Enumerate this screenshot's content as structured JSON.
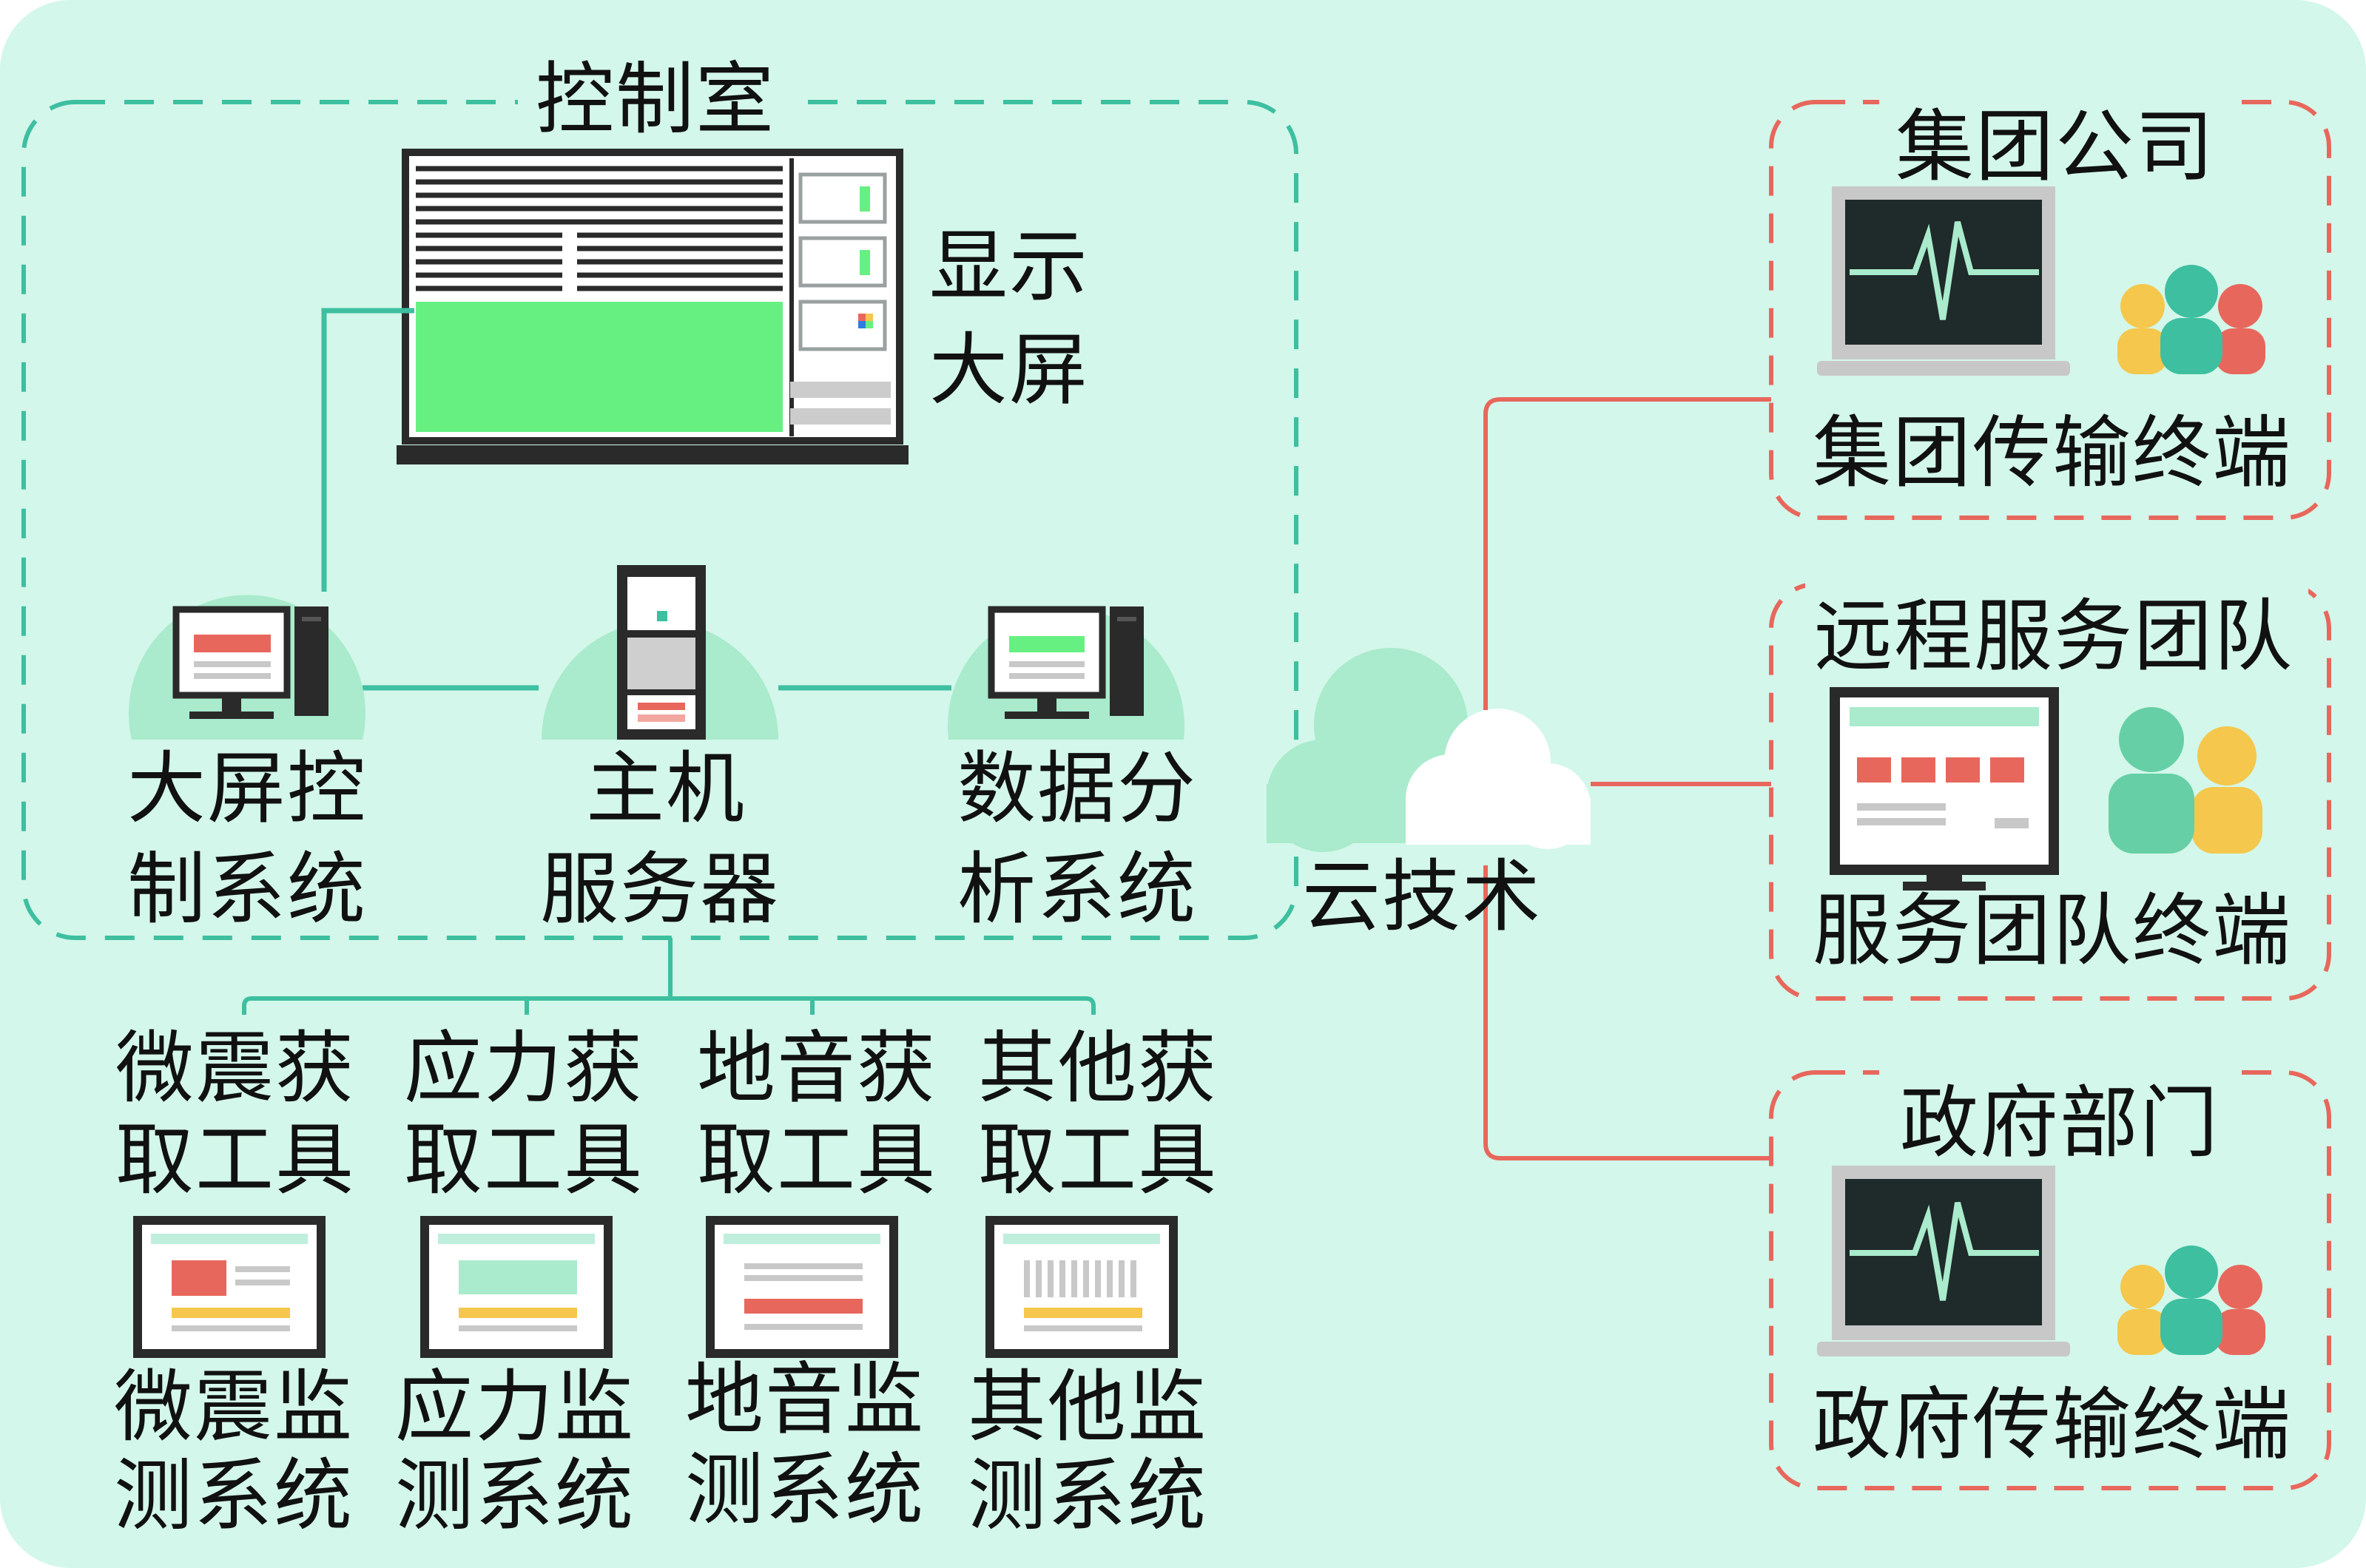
{
  "colors": {
    "background": "#d3f7ea",
    "teal": "#3dbfa0",
    "red": "#e8675c",
    "green": "#66f082",
    "dark": "#2a2a2a",
    "yellow": "#f5c74c"
  },
  "control_room": {
    "title": "控制室",
    "display_label": [
      "显示",
      "大屏"
    ],
    "nodes": [
      {
        "id": "big-screen-control",
        "icon": "desktop-computer-icon",
        "label": [
          "大屏控",
          "制系统"
        ]
      },
      {
        "id": "host-server",
        "icon": "server-tower-icon",
        "label": [
          "主机",
          "服务器"
        ]
      },
      {
        "id": "data-analysis",
        "icon": "desktop-computer-icon",
        "label": [
          "数据分",
          "析系统"
        ]
      }
    ]
  },
  "acquisition_tools": [
    {
      "label": [
        "微震获",
        "取工具"
      ]
    },
    {
      "label": [
        "应力获",
        "取工具"
      ]
    },
    {
      "label": [
        "地音获",
        "取工具"
      ]
    },
    {
      "label": [
        "其他获",
        "取工具"
      ]
    }
  ],
  "monitoring_systems": [
    {
      "label": [
        "微震监",
        "测系统"
      ],
      "icon": "laptop-panel-icon"
    },
    {
      "label": [
        "应力监",
        "测系统"
      ],
      "icon": "laptop-panel-icon"
    },
    {
      "label": [
        "地音监",
        "测系统"
      ],
      "icon": "laptop-panel-icon"
    },
    {
      "label": [
        "其他监",
        "测系统"
      ],
      "icon": "laptop-panel-icon"
    }
  ],
  "cloud": {
    "label": "云技术",
    "icon": "cloud-icon"
  },
  "remote_groups": [
    {
      "title": "集团公司",
      "terminal": "集团传输终端",
      "icon": "heartbeat-laptop-icon"
    },
    {
      "title": "远程服务团队",
      "terminal": "服务团队终端",
      "icon": "monitor-icon"
    },
    {
      "title": "政府部门",
      "terminal": "政府传输终端",
      "icon": "heartbeat-laptop-icon"
    }
  ]
}
